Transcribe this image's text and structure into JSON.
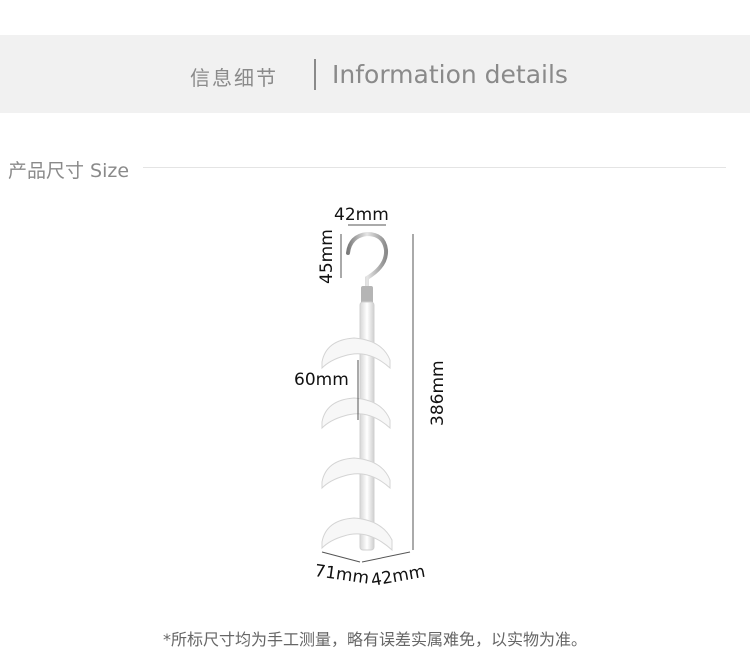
{
  "header": {
    "title_cn": "信息细节",
    "title_en": "Information details"
  },
  "section": {
    "title": "产品尺寸 Size"
  },
  "dimensions": {
    "hook_width": "42mm",
    "hook_height": "45mm",
    "tier_spacing": "60mm",
    "total_height": "386mm",
    "base_width": "71mm",
    "base_depth": "42mm"
  },
  "footnote": "*所标尺寸均为手工测量，略有误差实属难免，以实物为准。",
  "colors": {
    "banner_bg": "#f1f1f1",
    "muted_text": "#8a8a8a"
  }
}
